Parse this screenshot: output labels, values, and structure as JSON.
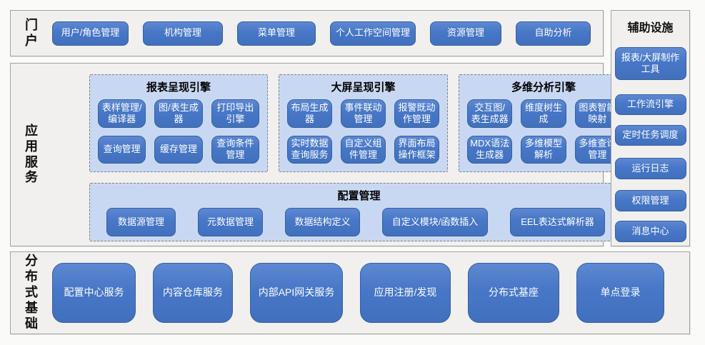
{
  "colors": {
    "button_fill": "#4a7bc8",
    "button_border": "#35609f",
    "button_text": "#ffffff",
    "panel_fill": "#c9d8f2",
    "panel_border": "#7f7f7f",
    "section_bg": "#f1f0ef",
    "section_border": "#a2a2a2",
    "label_text": "#111111"
  },
  "portal": {
    "label": "门户",
    "buttons": [
      "用户/角色管理",
      "机构管理",
      "菜单管理",
      "个人工作空间管理",
      "资源管理",
      "自助分析"
    ]
  },
  "app_services": {
    "label": "应用服务",
    "engines": [
      {
        "title": "报表呈现引擎",
        "buttons": [
          "表样管理/编译器",
          "图/表生成器",
          "打印导出引擎",
          "查询管理",
          "缓存管理",
          "查询条件管理"
        ]
      },
      {
        "title": "大屏呈现引擎",
        "buttons": [
          "布局生成器",
          "事件联动管理",
          "报警既动作管理",
          "实时数据查询服务",
          "自定义组件管理",
          "界面布局操作框架"
        ]
      },
      {
        "title": "多维分析引擎",
        "buttons": [
          "交互图/表生成器",
          "维度树生成",
          "图表智能映射",
          "MDX语法生成器",
          "多维模型解析",
          "多维查询管理"
        ]
      }
    ],
    "config": {
      "title": "配置管理",
      "buttons": [
        "数据源管理",
        "元数据管理",
        "数据结构定义",
        "自定义模块/函数插入",
        "EEL表达式解析器"
      ]
    }
  },
  "auxiliary": {
    "label": "辅助设施",
    "buttons": [
      "报表/大屏制作工具",
      "工作流引擎",
      "定时任务调度",
      "运行日志",
      "权限管理",
      "消息中心"
    ]
  },
  "foundation": {
    "label": "分布式基础",
    "buttons": [
      "配置中心服务",
      "内容仓库服务",
      "内部API网关服务",
      "应用注册/发现",
      "分布式基座",
      "单点登录"
    ]
  }
}
